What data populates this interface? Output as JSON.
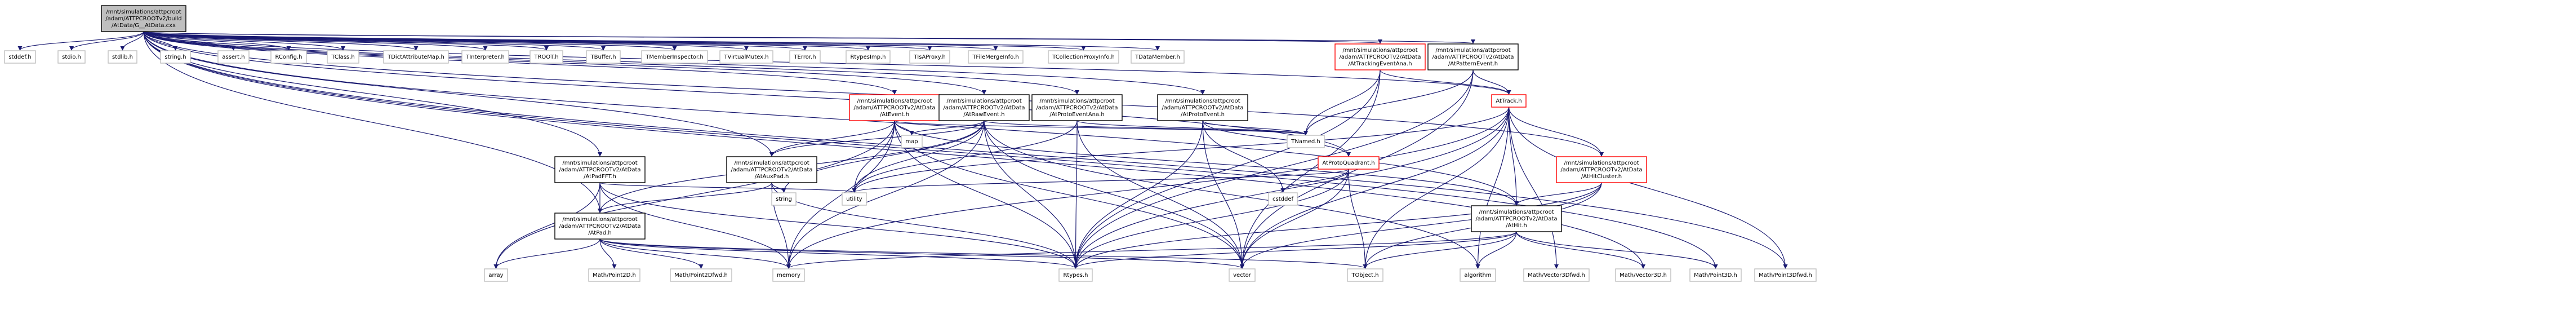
{
  "colors": {
    "edge": "#191970",
    "root_fill": "#bfbfbf",
    "root_border": "#000000",
    "node_fill": "#ffffff",
    "system_border": "#bfbfbf",
    "project_border": "#000000",
    "incomplete_border": "#ff0000"
  },
  "nodes": [
    {
      "id": "root",
      "lines": [
        "/mnt/simulations/attpcroot",
        "/adam/ATTPCROOTv2/build",
        "/AtData/G__AtData.cxx"
      ],
      "kind": "root"
    },
    {
      "id": "stddef",
      "lines": [
        "stddef.h"
      ],
      "kind": "system"
    },
    {
      "id": "stdio",
      "lines": [
        "stdio.h"
      ],
      "kind": "system"
    },
    {
      "id": "stdlib",
      "lines": [
        "stdlib.h"
      ],
      "kind": "system"
    },
    {
      "id": "string_h",
      "lines": [
        "string.h"
      ],
      "kind": "system"
    },
    {
      "id": "assert",
      "lines": [
        "assert.h"
      ],
      "kind": "system"
    },
    {
      "id": "rconfig",
      "lines": [
        "RConfig.h"
      ],
      "kind": "system"
    },
    {
      "id": "tclass",
      "lines": [
        "TClass.h"
      ],
      "kind": "system"
    },
    {
      "id": "tdictattr",
      "lines": [
        "TDictAttributeMap.h"
      ],
      "kind": "system"
    },
    {
      "id": "tinterp",
      "lines": [
        "TInterpreter.h"
      ],
      "kind": "system"
    },
    {
      "id": "troot",
      "lines": [
        "TROOT.h"
      ],
      "kind": "system"
    },
    {
      "id": "tbuffer",
      "lines": [
        "TBuffer.h"
      ],
      "kind": "system"
    },
    {
      "id": "tmeminsp",
      "lines": [
        "TMemberInspector.h"
      ],
      "kind": "system"
    },
    {
      "id": "tvirtmutex",
      "lines": [
        "TVirtualMutex.h"
      ],
      "kind": "system"
    },
    {
      "id": "terror",
      "lines": [
        "TError.h"
      ],
      "kind": "system"
    },
    {
      "id": "rtypesimp",
      "lines": [
        "RtypesImp.h"
      ],
      "kind": "system"
    },
    {
      "id": "tisaproxy",
      "lines": [
        "TIsAProxy.h"
      ],
      "kind": "system"
    },
    {
      "id": "tfilemerge",
      "lines": [
        "TFileMergeInfo.h"
      ],
      "kind": "system"
    },
    {
      "id": "tcollproxy",
      "lines": [
        "TCollectionProxyInfo.h"
      ],
      "kind": "system"
    },
    {
      "id": "tdatamember",
      "lines": [
        "TDataMember.h"
      ],
      "kind": "system"
    },
    {
      "id": "attrackarea",
      "lines": [
        "/mnt/simulations/attpcroot",
        "/adam/ATTPCROOTv2/AtData",
        "/AtTrackingEventAna.h"
      ],
      "kind": "incomplete"
    },
    {
      "id": "atpattern",
      "lines": [
        "/mnt/simulations/attpcroot",
        "/adam/ATTPCROOTv2/AtData",
        "/AtPatternEvent.h"
      ],
      "kind": "project"
    },
    {
      "id": "attrack",
      "lines": [
        "AtTrack.h"
      ],
      "kind": "incomplete"
    },
    {
      "id": "atevent",
      "lines": [
        "/mnt/simulations/attpcroot",
        "/adam/ATTPCROOTv2/AtData",
        "/AtEvent.h"
      ],
      "kind": "incomplete"
    },
    {
      "id": "atrawevent",
      "lines": [
        "/mnt/simulations/attpcroot",
        "/adam/ATTPCROOTv2/AtData",
        "/AtRawEvent.h"
      ],
      "kind": "project"
    },
    {
      "id": "atprotoana",
      "lines": [
        "/mnt/simulations/attpcroot",
        "/adam/ATTPCROOTv2/AtData",
        "/AtProtoEventAna.h"
      ],
      "kind": "project"
    },
    {
      "id": "atprotoevent",
      "lines": [
        "/mnt/simulations/attpcroot",
        "/adam/ATTPCROOTv2/AtData",
        "/AtProtoEvent.h"
      ],
      "kind": "project"
    },
    {
      "id": "tnamed",
      "lines": [
        "TNamed.h"
      ],
      "kind": "system"
    },
    {
      "id": "map",
      "lines": [
        "map"
      ],
      "kind": "system"
    },
    {
      "id": "atprotoquad",
      "lines": [
        "AtProtoQuadrant.h"
      ],
      "kind": "incomplete"
    },
    {
      "id": "athitcluster",
      "lines": [
        "/mnt/simulations/attpcroot",
        "/adam/ATTPCROOTv2/AtData",
        "/AtHitCluster.h"
      ],
      "kind": "incomplete"
    },
    {
      "id": "atpadfft",
      "lines": [
        "/mnt/simulations/attpcroot",
        "/adam/ATTPCROOTv2/AtData",
        "/AtPadFFT.h"
      ],
      "kind": "project"
    },
    {
      "id": "atauxpad",
      "lines": [
        "/mnt/simulations/attpcroot",
        "/adam/ATTPCROOTv2/AtData",
        "/AtAuxPad.h"
      ],
      "kind": "project"
    },
    {
      "id": "string",
      "lines": [
        "string"
      ],
      "kind": "system"
    },
    {
      "id": "utility",
      "lines": [
        "utility"
      ],
      "kind": "system"
    },
    {
      "id": "cstddef",
      "lines": [
        "cstddef"
      ],
      "kind": "system"
    },
    {
      "id": "athit",
      "lines": [
        "/mnt/simulations/attpcroot",
        "/adam/ATTPCROOTv2/AtData",
        "/AtHit.h"
      ],
      "kind": "project"
    },
    {
      "id": "atpad",
      "lines": [
        "/mnt/simulations/attpcroot",
        "/adam/ATTPCROOTv2/AtData",
        "/AtPad.h"
      ],
      "kind": "project"
    },
    {
      "id": "array",
      "lines": [
        "array"
      ],
      "kind": "system"
    },
    {
      "id": "point2d",
      "lines": [
        "Math/Point2D.h"
      ],
      "kind": "system"
    },
    {
      "id": "point2dfwd",
      "lines": [
        "Math/Point2Dfwd.h"
      ],
      "kind": "system"
    },
    {
      "id": "memory",
      "lines": [
        "memory"
      ],
      "kind": "system"
    },
    {
      "id": "rtypes",
      "lines": [
        "Rtypes.h"
      ],
      "kind": "system"
    },
    {
      "id": "vector",
      "lines": [
        "vector"
      ],
      "kind": "system"
    },
    {
      "id": "tobject",
      "lines": [
        "TObject.h"
      ],
      "kind": "system"
    },
    {
      "id": "algorithm",
      "lines": [
        "algorithm"
      ],
      "kind": "system"
    },
    {
      "id": "vector3dfwd",
      "lines": [
        "Math/Vector3Dfwd.h"
      ],
      "kind": "system"
    },
    {
      "id": "vector3d",
      "lines": [
        "Math/Vector3D.h"
      ],
      "kind": "system"
    },
    {
      "id": "point3d",
      "lines": [
        "Math/Point3D.h"
      ],
      "kind": "system"
    },
    {
      "id": "point3dfwd",
      "lines": [
        "Math/Point3Dfwd.h"
      ],
      "kind": "system"
    }
  ],
  "edges": [
    [
      "root",
      "stddef"
    ],
    [
      "root",
      "stdio"
    ],
    [
      "root",
      "stdlib"
    ],
    [
      "root",
      "string_h"
    ],
    [
      "root",
      "assert"
    ],
    [
      "root",
      "rconfig"
    ],
    [
      "root",
      "tclass"
    ],
    [
      "root",
      "tdictattr"
    ],
    [
      "root",
      "tinterp"
    ],
    [
      "root",
      "troot"
    ],
    [
      "root",
      "tbuffer"
    ],
    [
      "root",
      "tmeminsp"
    ],
    [
      "root",
      "tvirtmutex"
    ],
    [
      "root",
      "terror"
    ],
    [
      "root",
      "rtypesimp"
    ],
    [
      "root",
      "tisaproxy"
    ],
    [
      "root",
      "tfilemerge"
    ],
    [
      "root",
      "tcollproxy"
    ],
    [
      "root",
      "tdatamember"
    ],
    [
      "root",
      "attrackarea"
    ],
    [
      "root",
      "atpattern"
    ],
    [
      "root",
      "attrack"
    ],
    [
      "root",
      "atevent"
    ],
    [
      "root",
      "atrawevent"
    ],
    [
      "root",
      "atprotoana"
    ],
    [
      "root",
      "atprotoevent"
    ],
    [
      "root",
      "atprotoquad"
    ],
    [
      "root",
      "athitcluster"
    ],
    [
      "root",
      "atpadfft"
    ],
    [
      "root",
      "atauxpad"
    ],
    [
      "root",
      "athit"
    ],
    [
      "root",
      "atpad"
    ],
    [
      "root",
      "point3d"
    ],
    [
      "root",
      "vector3d"
    ],
    [
      "root",
      "point3dfwd"
    ],
    [
      "attrackarea",
      "tnamed"
    ],
    [
      "attrackarea",
      "attrack"
    ],
    [
      "attrackarea",
      "rtypes"
    ],
    [
      "attrackarea",
      "vector"
    ],
    [
      "atpattern",
      "tnamed"
    ],
    [
      "atpattern",
      "attrack"
    ],
    [
      "atpattern",
      "rtypes"
    ],
    [
      "atpattern",
      "vector"
    ],
    [
      "attrack",
      "athitcluster"
    ],
    [
      "attrack",
      "athit"
    ],
    [
      "attrack",
      "tobject"
    ],
    [
      "attrack",
      "rtypes"
    ],
    [
      "attrack",
      "vector"
    ],
    [
      "attrack",
      "algorithm"
    ],
    [
      "attrack",
      "point3dfwd"
    ],
    [
      "attrack",
      "vector3dfwd"
    ],
    [
      "attrack",
      "memory"
    ],
    [
      "attrack",
      "utility"
    ],
    [
      "atevent",
      "athit"
    ],
    [
      "atevent",
      "tnamed"
    ],
    [
      "atevent",
      "map"
    ],
    [
      "atevent",
      "memory"
    ],
    [
      "atevent",
      "rtypes"
    ],
    [
      "atevent",
      "utility"
    ],
    [
      "atevent",
      "vector"
    ],
    [
      "atevent",
      "array"
    ],
    [
      "atevent",
      "atauxpad"
    ],
    [
      "atrawevent",
      "atpad"
    ],
    [
      "atrawevent",
      "atauxpad"
    ],
    [
      "atrawevent",
      "tnamed"
    ],
    [
      "atrawevent",
      "map"
    ],
    [
      "atrawevent",
      "memory"
    ],
    [
      "atrawevent",
      "rtypes"
    ],
    [
      "atrawevent",
      "utility"
    ],
    [
      "atrawevent",
      "vector"
    ],
    [
      "atrawevent",
      "algorithm"
    ],
    [
      "atrawevent",
      "string"
    ],
    [
      "atprotoana",
      "tnamed"
    ],
    [
      "atprotoana",
      "rtypes"
    ],
    [
      "atprotoana",
      "vector"
    ],
    [
      "atprotoana",
      "utility"
    ],
    [
      "atprotoevent",
      "atprotoquad"
    ],
    [
      "atprotoevent",
      "tnamed"
    ],
    [
      "atprotoevent",
      "rtypes"
    ],
    [
      "atprotoevent",
      "vector"
    ],
    [
      "atprotoevent",
      "cstddef"
    ],
    [
      "atprotoquad",
      "tobject"
    ],
    [
      "atprotoquad",
      "rtypes"
    ],
    [
      "atprotoquad",
      "vector"
    ],
    [
      "atprotoquad",
      "cstddef"
    ],
    [
      "atprotoquad",
      "utility"
    ],
    [
      "athitcluster",
      "athit"
    ],
    [
      "athitcluster",
      "rtypes"
    ],
    [
      "athitcluster",
      "vector"
    ],
    [
      "athitcluster",
      "tobject"
    ],
    [
      "atpadfft",
      "atpad"
    ],
    [
      "atpadfft",
      "rtypes"
    ],
    [
      "atpadfft",
      "array"
    ],
    [
      "atpadfft",
      "memory"
    ],
    [
      "atpadfft",
      "utility"
    ],
    [
      "atauxpad",
      "atpad"
    ],
    [
      "atauxpad",
      "rtypes"
    ],
    [
      "atauxpad",
      "string"
    ],
    [
      "atauxpad",
      "memory"
    ],
    [
      "athit",
      "tobject"
    ],
    [
      "athit",
      "rtypes"
    ],
    [
      "athit",
      "memory"
    ],
    [
      "athit",
      "algorithm"
    ],
    [
      "athit",
      "point3d"
    ],
    [
      "athit",
      "vector3d"
    ],
    [
      "atpad",
      "array"
    ],
    [
      "atpad",
      "point2d"
    ],
    [
      "atpad",
      "point2dfwd"
    ],
    [
      "atpad",
      "memory"
    ],
    [
      "atpad",
      "rtypes"
    ],
    [
      "atpad",
      "vector"
    ],
    [
      "atpad",
      "tobject"
    ]
  ]
}
